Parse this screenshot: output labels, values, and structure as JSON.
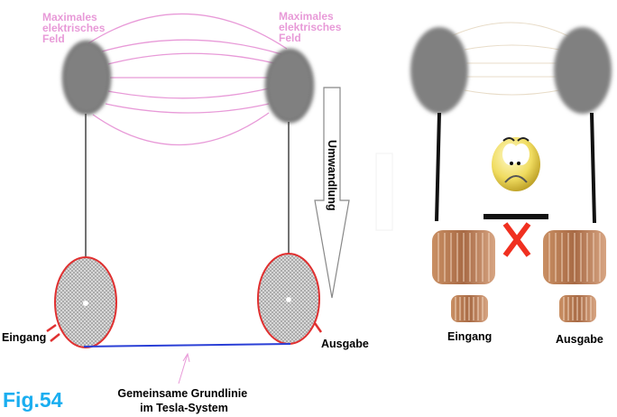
{
  "left_diagram": {
    "field_label_left": [
      "Maximales",
      "elektrisches",
      "Feld"
    ],
    "field_label_right": [
      "Maximales",
      "elektrisches",
      "Feld"
    ],
    "conversion_label": "Umwandlung",
    "input_label": "Eingang",
    "output_label": "Ausgabe",
    "baseline_label": [
      "Gemeinsame Grundlinie",
      "im Tesla-System"
    ],
    "figure_label": "Fig.54"
  },
  "right_diagram": {
    "input_label": "Eingang",
    "output_label": "Ausgabe"
  },
  "colors": {
    "field_lines": "#e89ad8",
    "sphere": "#808080",
    "coil_outline": "#e03030",
    "baseline": "#2a3fd6",
    "figure_label": "#1aaef0",
    "cross": "#f03020"
  }
}
